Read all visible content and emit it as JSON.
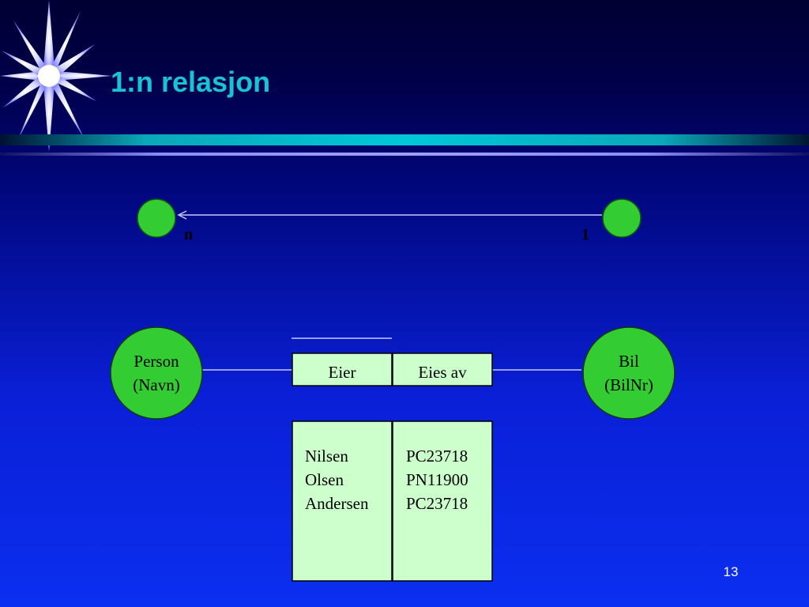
{
  "slide": {
    "title": "1:n relasjon",
    "page_number": "13"
  },
  "top_relation": {
    "many_label": "n",
    "one_label": "1"
  },
  "entities": {
    "person": {
      "name": "Person",
      "key": "(Navn)"
    },
    "bil": {
      "name": "Bil",
      "key": "(BilNr)"
    }
  },
  "relation_table": {
    "headers": [
      "Eier",
      "Eies av"
    ],
    "rows": [
      [
        "Nilsen",
        "PC23718"
      ],
      [
        "Olsen",
        "PN11900"
      ],
      [
        "Andersen",
        "PC23718"
      ]
    ]
  },
  "colors": {
    "title": "#19c3d6",
    "node_fill": "#33cc33",
    "table_fill": "#ccffcc",
    "line": "#c8c8ff"
  }
}
